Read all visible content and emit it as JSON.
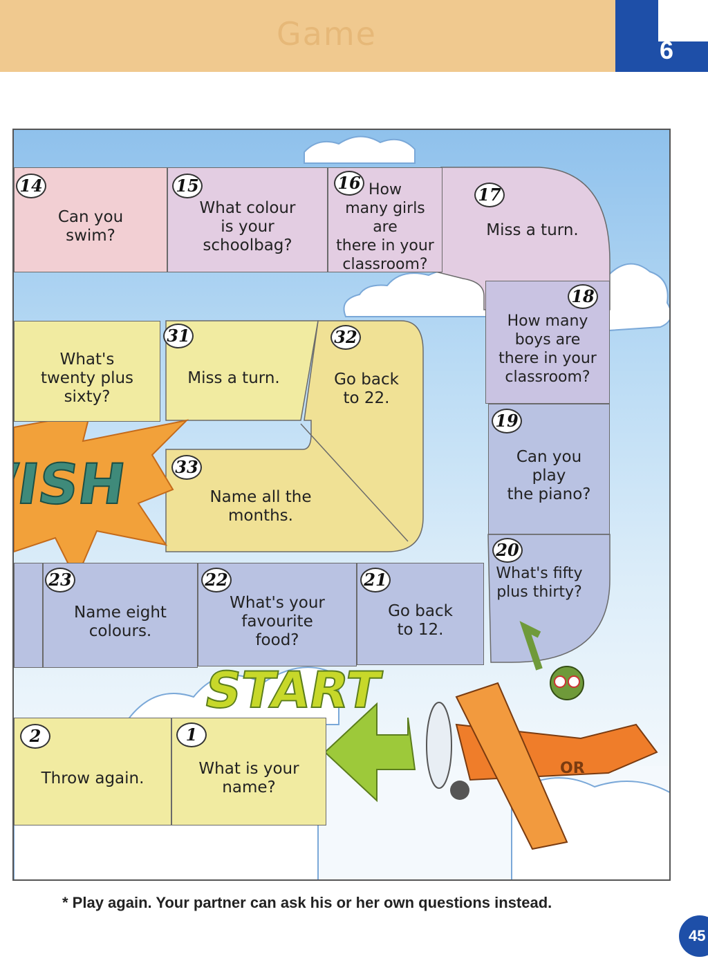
{
  "header": {
    "faded_title": "Game",
    "unit_number": "6"
  },
  "board": {
    "squares": [
      {
        "id": "14",
        "number": "14",
        "text": "Can you\nswim?"
      },
      {
        "id": "15",
        "number": "15",
        "text": "What colour\nis your\nschoolbag?"
      },
      {
        "id": "16",
        "number": "16",
        "text": "How\nmany girls are\nthere in your\nclassroom?"
      },
      {
        "id": "17",
        "number": "17",
        "text": "Miss a turn."
      },
      {
        "id": "18",
        "number": "18",
        "text": "How many\nboys are\nthere in your\nclassroom?"
      },
      {
        "id": "19",
        "number": "19",
        "text": "Can you\nplay\nthe piano?"
      },
      {
        "id": "20",
        "number": "20",
        "text": "What's fifty\nplus thirty?"
      },
      {
        "id": "21",
        "number": "21",
        "text": "Go back\nto 12."
      },
      {
        "id": "22",
        "number": "22",
        "text": "What's your\nfavourite\nfood?"
      },
      {
        "id": "23",
        "number": "23",
        "text": "Name eight\ncolours."
      },
      {
        "id": "30",
        "number": "",
        "text": "What's\ntwenty plus\nsixty?"
      },
      {
        "id": "31",
        "number": "31",
        "text": "Miss a turn."
      },
      {
        "id": "32",
        "number": "32",
        "text": "Go back\nto 22."
      },
      {
        "id": "33",
        "number": "33",
        "text": "Name all the\nmonths."
      },
      {
        "id": "2",
        "number": "2",
        "text": "Throw again."
      },
      {
        "id": "1",
        "number": "1",
        "text": "What is your\nname?"
      }
    ],
    "finish_label": "WISH",
    "start_label": "START",
    "plane_label": "OR"
  },
  "footnote": "* Play again. Your partner can ask his or her own questions instead.",
  "page_number": "45",
  "colors": {
    "accent_blue": "#1e4fa8",
    "header_band": "#f0c98f",
    "sky": "#8fc1ec"
  }
}
